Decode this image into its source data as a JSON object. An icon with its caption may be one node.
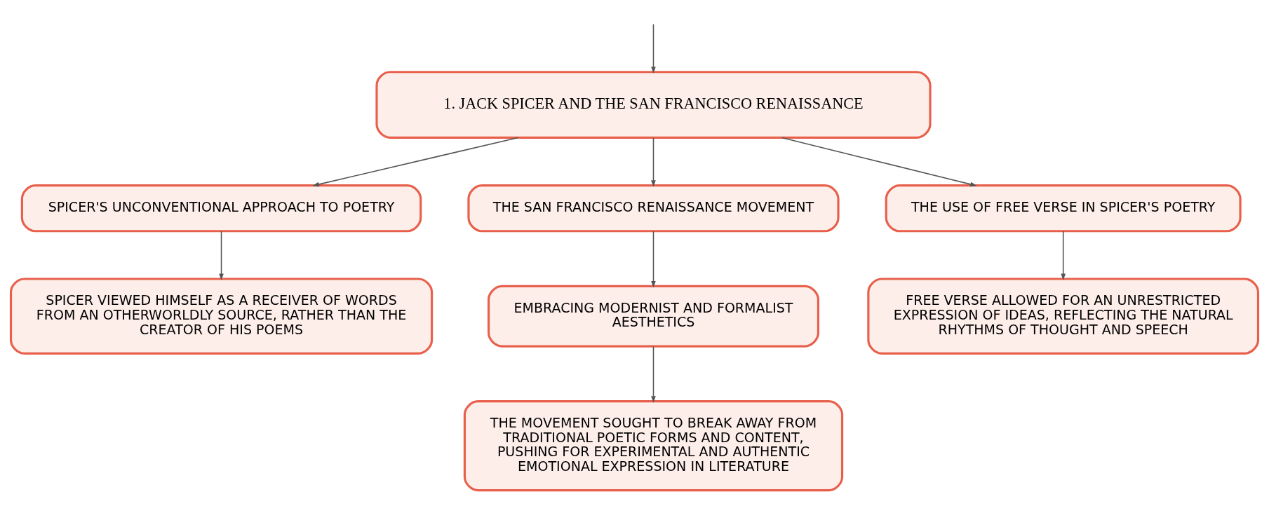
{
  "diagram": {
    "nodes": [
      {
        "text": [
          "1. JACK SPICER AND THE SAN FRANCISCO RENAISSANCE"
        ]
      },
      {
        "text": [
          "SPICER'S UNCONVENTIONAL APPROACH TO POETRY"
        ]
      },
      {
        "text": [
          "THE SAN FRANCISCO RENAISSANCE MOVEMENT"
        ]
      },
      {
        "text": [
          "THE USE OF FREE VERSE IN SPICER'S POETRY"
        ]
      },
      {
        "text": [
          "SPICER VIEWED HIMSELF AS A RECEIVER OF WORDS FROM AN OTHERWORLDLY SOURCE, RATHER THAN THE CREATOR OF HIS POEMS"
        ]
      },
      {
        "text": [
          "EMBRACING MODERNIST AND FORMALIST AESTHETICS"
        ]
      },
      {
        "text": [
          "THE MOVEMENT SOUGHT TO BREAK AWAY FROM TRADITIONAL POETIC FORMS AND CONTENT, PUSHING FOR EXPERIMENTAL AND AUTHENTIC EMOTIONAL EXPRESSION IN LITERATURE"
        ]
      },
      {
        "text": [
          "FREE VERSE ALLOWED FOR AN UNRESTRICTED EXPRESSION OF IDEAS, REFLECTING THE NATURAL RHYTHMS OF THOUGHT AND SPEECH"
        ]
      }
    ],
    "edges": [
      {
        "from": null,
        "to": 0,
        "arrow": "to"
      },
      {
        "from": 0,
        "to": 1,
        "arrow": "to"
      },
      {
        "from": 0,
        "to": 2,
        "arrow": "to"
      },
      {
        "from": 0,
        "to": 3,
        "arrow": "to"
      },
      {
        "from": 1,
        "to": 4,
        "arrow": "to"
      },
      {
        "from": 2,
        "to": 5,
        "arrow": "to"
      },
      {
        "from": 5,
        "to": 6,
        "arrow": "to"
      },
      {
        "from": 3,
        "to": 7,
        "arrow": "to"
      }
    ]
  }
}
